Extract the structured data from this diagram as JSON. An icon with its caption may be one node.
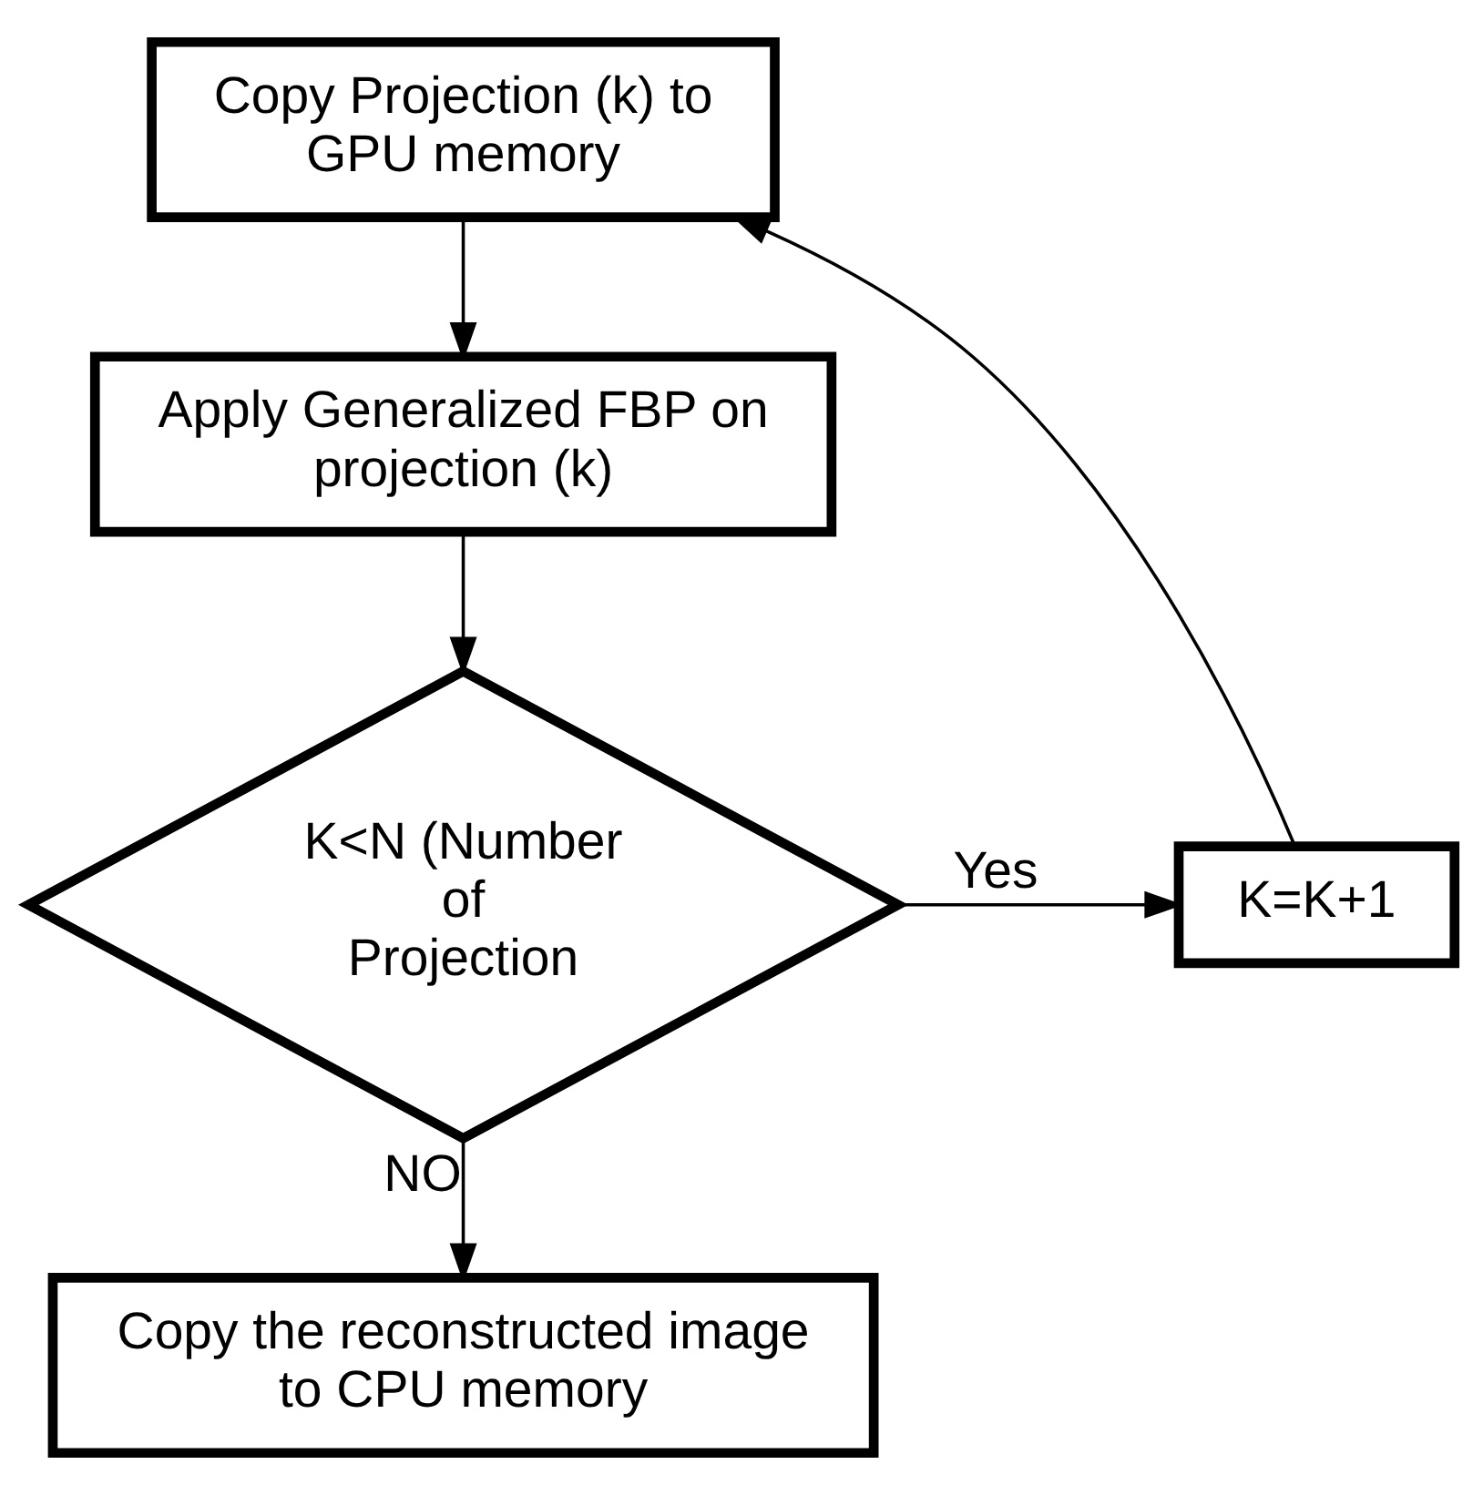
{
  "diagram": {
    "nodes": [
      {
        "text": [
          "Copy Projection (k) to GPU memory"
        ]
      },
      {
        "text": [
          "Apply Generalized FBP on projection (k)"
        ]
      },
      {
        "text": [
          "K<N (Number of Projection"
        ]
      },
      {
        "text": [
          "K=K+1"
        ]
      },
      {
        "text": [
          "Copy the reconstructed image to CPU memory"
        ]
      }
    ],
    "edges": [
      {
        "from": 0,
        "to": 1,
        "arrow": "to"
      },
      {
        "from": 1,
        "to": 2,
        "arrow": "to"
      },
      {
        "from": 2,
        "to": 3,
        "arrow": "to",
        "label": "Yes"
      },
      {
        "from": 3,
        "to": 0,
        "arrow": "to"
      },
      {
        "from": 2,
        "to": 4,
        "arrow": "to",
        "label": "NO"
      }
    ]
  }
}
